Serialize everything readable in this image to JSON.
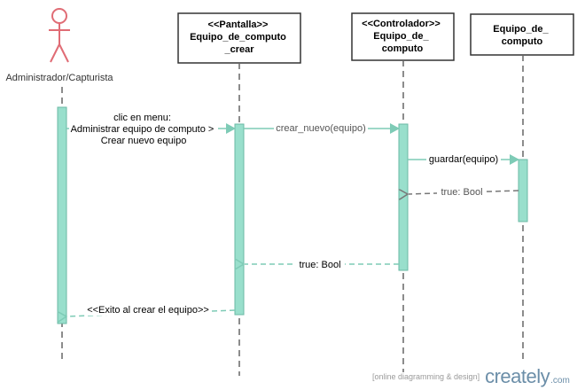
{
  "actor": {
    "name": "Administrador/Capturista"
  },
  "participants": [
    {
      "lines": [
        "<<Pantalla>>",
        "Equipo_de_computo",
        "_crear"
      ]
    },
    {
      "lines": [
        "<<Controlador>>",
        "Equipo_de_",
        "computo"
      ]
    },
    {
      "lines": [
        "Equipo_de_",
        "computo"
      ]
    }
  ],
  "messages": {
    "m1": [
      "clic en menu:",
      "Administrar equipo de computo >",
      "Crear nuevo equipo"
    ],
    "m2": "crear_nuevo(equipo)",
    "m3": "guardar(equipo)",
    "m4": "true: Bool",
    "m5": "true: Bool",
    "m6": "<<Exito al crear el equipo>>"
  },
  "footer": {
    "tagline": "[online diagramming & design]",
    "brand": "creately",
    "domain": ".com"
  },
  "colors": {
    "activation_fill": "#99dfcc",
    "activation_stroke": "#6ab8a5",
    "sync_arrow": "#7ecbb6",
    "return_arrow": "#777777",
    "actor": "#e06c75",
    "box_stroke": "#333333"
  }
}
